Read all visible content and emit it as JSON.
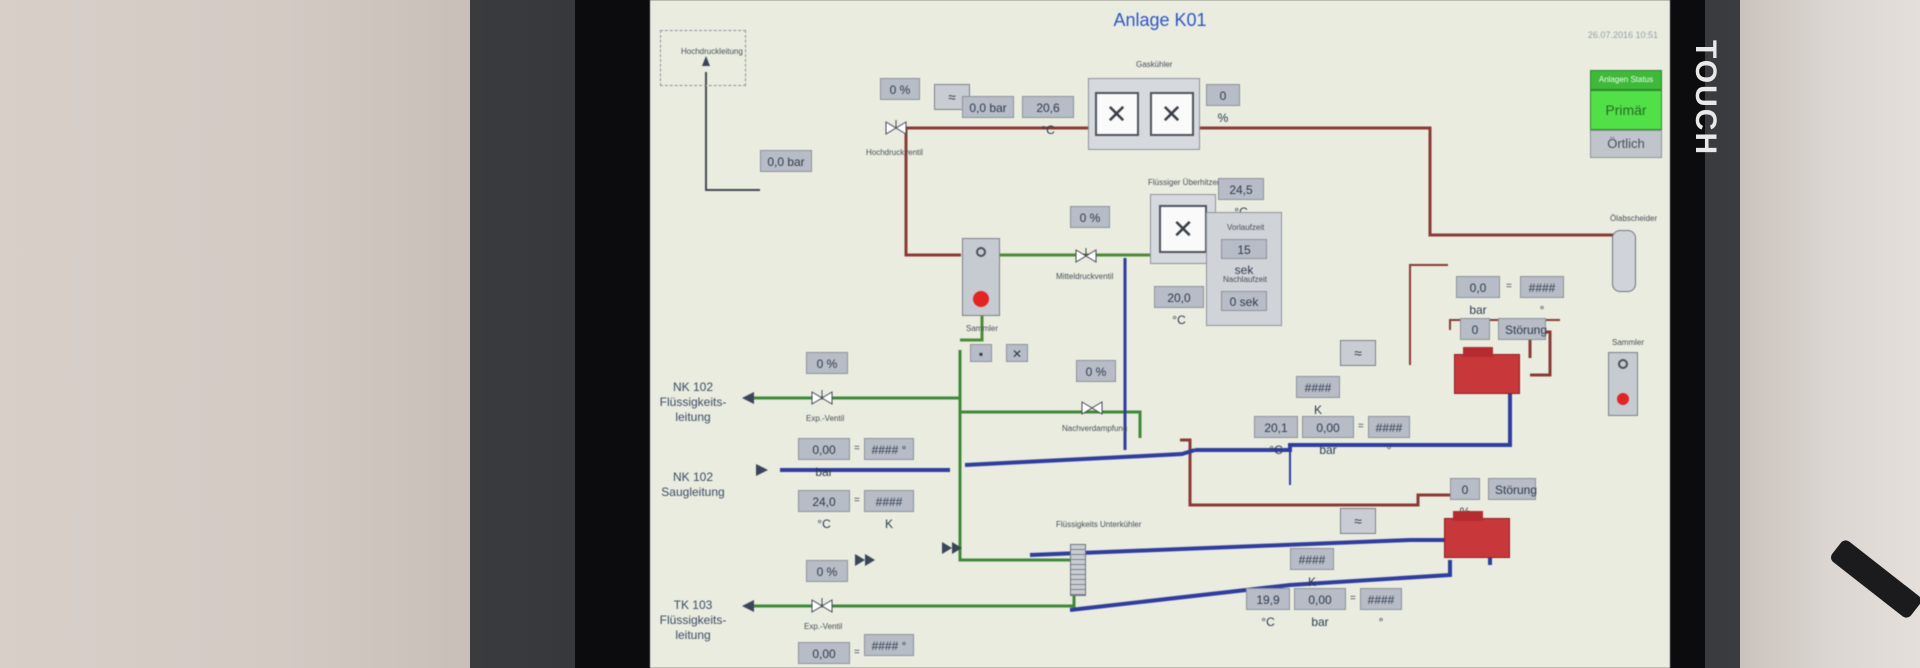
{
  "screen": {
    "title": "Anlage K01",
    "datetime": "26.07.2016 10:51"
  },
  "bezel": {
    "brand": "TOUCH"
  },
  "control_panel": {
    "header": "Anlagen Status",
    "primary_label": "Primär",
    "local_label": "Örtlich"
  },
  "labels": {
    "hochdruckleitung": "Hochdruckleitung",
    "gaskuehler": "Gaskühler",
    "hochdruckventil": "Hochdruckventil",
    "fluessiger_ueberhitzer": "Flüssiger Überhitzer",
    "mitteldruckventil": "Mitteldruckventil",
    "sammler": "Sammler",
    "exp_ventil_1": "Exp.-Ventil",
    "exp_ventil_2": "Exp.-Ventil",
    "nachverdampfung": "Nachverdampfung",
    "fluessigkeits_unterkuehler": "Flüssigkeits Unterkühler",
    "oelabscheider": "Ölabscheider",
    "sammler_right": "Sammler",
    "vorlaufzeit_label": "Vorlaufzeit",
    "nachlaufzeit_label": "Nachlaufzeit"
  },
  "lines": {
    "nk102_fluid": "NK 102 Flüssigkeits- leitung",
    "nk102_suction": "NK 102 Saugleitung",
    "tk103_fluid": "TK 103 Flüssigkeits- leitung"
  },
  "values": {
    "hd_valve_pct": "0 %",
    "hd_pressure": "0,0 bar",
    "hd_temp": "20,6 °C",
    "gk_fan_pct": "0 %",
    "sammler_pressure": "0,0 bar",
    "md_valve_pct": "0 %",
    "ueberhitzer_temp": "20,0 °C",
    "room_temp": "24,5 °C",
    "vorlaufzeit": "15 sek",
    "nachlaufzeit": "0 sek",
    "oel_pressure": "0,0 bar",
    "oel_val": "#### °",
    "nk_valve_pct": "0 %",
    "nachverd_pct": "0 %",
    "nk_fluid_pressure": "0,00 bar",
    "nk_fluid_temp": "#### °",
    "nk_suction_temp": "24,0 °C",
    "nk_suction_k": "#### K",
    "comp1_hash": "#### K",
    "comp1_temp": "20,1 °C",
    "comp1_pressure": "0,00 bar",
    "comp1_val": "#### °",
    "comp1_pct": "0 %",
    "comp1_status": "Störung",
    "comp2_pct": "0 %",
    "comp2_status": "Störung",
    "comp2_hash": "#### K",
    "comp2_temp": "19,9 °C",
    "comp2_pressure": "0,00 bar",
    "comp2_val": "#### °",
    "tk_valve_pct": "0 %",
    "tk_fluid_pressure": "0,00 bar",
    "tk_fluid_temp": "#### °"
  },
  "colors": {
    "hot_pipe": "#8a3a36",
    "mid_pipe": "#4f8a3a",
    "suction_pipe": "#2f3d9e",
    "fluid_pipe": "#3e8a3a",
    "title_blue": "#2f55c8",
    "alarm_red": "#e42323",
    "status_green": "#52e049"
  }
}
